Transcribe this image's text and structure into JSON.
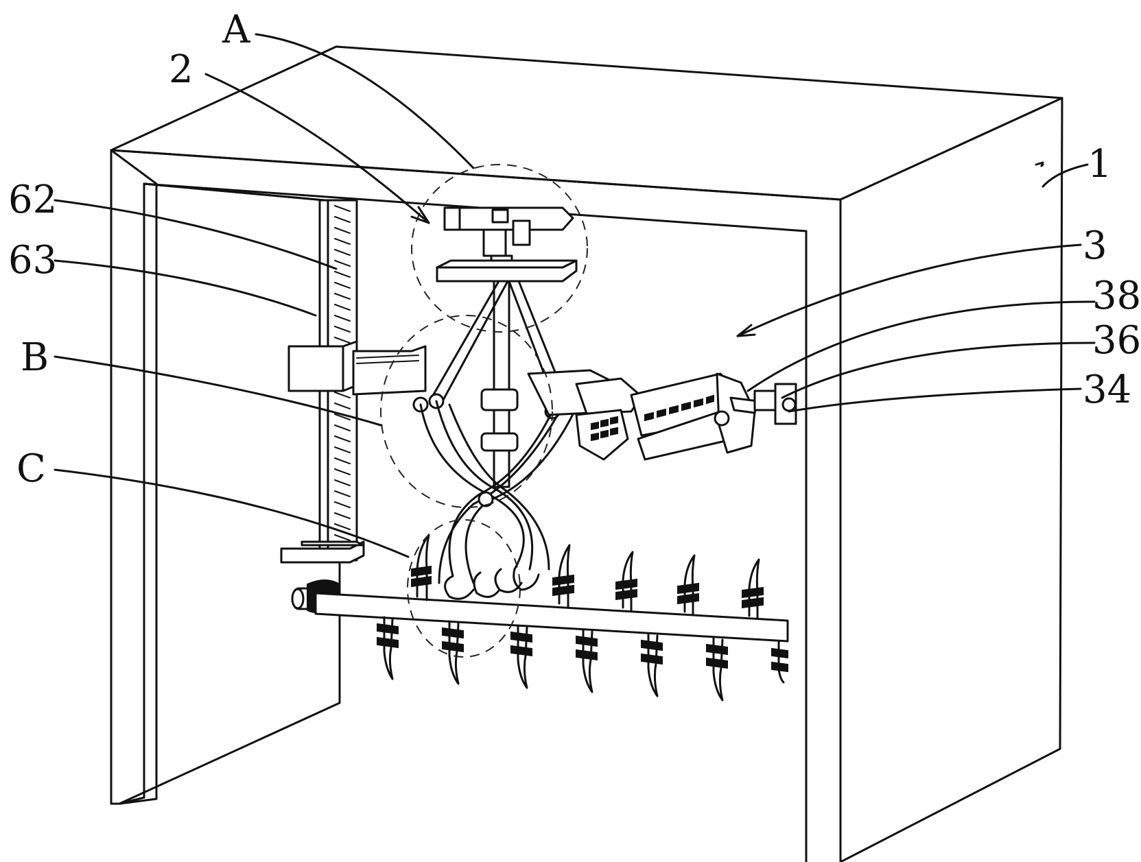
{
  "figure": {
    "reference_labels": [
      "A",
      "2",
      "62",
      "63",
      "B",
      "C",
      "1",
      "3",
      "38",
      "36",
      "34"
    ],
    "detail_circle_labels": [
      "A",
      "B",
      "C"
    ]
  },
  "labels": {
    "a": "A",
    "two": "2",
    "sixtytwo": "62",
    "sixtythree": "63",
    "b": "B",
    "c": "C",
    "one": "1",
    "three": "3",
    "thirtyeight": "38",
    "thirtysix": "36",
    "thirtyfour": "34"
  }
}
